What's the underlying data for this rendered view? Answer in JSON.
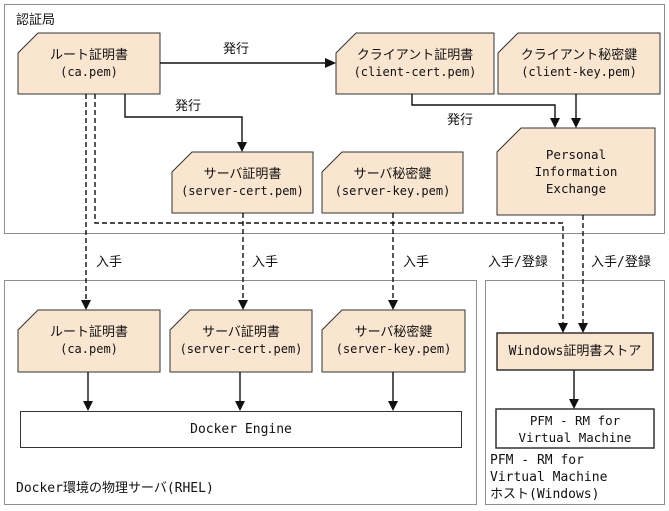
{
  "colors": {
    "node_fill": "#fae5d0",
    "node_border": "#333333",
    "container_border": "#8e8e8e",
    "arrow": "#111111",
    "text": "#111111",
    "white_fill": "#ffffff"
  },
  "containers": {
    "ca": {
      "label": "認証局"
    },
    "docker": {
      "label": "Docker環境の物理サーバ(RHEL)"
    },
    "windows": {
      "label_line1": "PFM - RM for",
      "label_line2": "Virtual Machine",
      "label_line3": "ホスト(Windows)"
    }
  },
  "nodes": {
    "root_cert_ca": {
      "title": "ルート証明書",
      "file": "(ca.pem)"
    },
    "client_cert": {
      "title": "クライアント証明書",
      "file": "(client-cert.pem)"
    },
    "client_key": {
      "title": "クライアント秘密鍵",
      "file": "(client-key.pem)"
    },
    "server_cert_ca": {
      "title": "サーバ証明書",
      "file": "(server-cert.pem)"
    },
    "server_key_ca": {
      "title": "サーバ秘密鍵",
      "file": "(server-key.pem)"
    },
    "pie": {
      "line1": "Personal",
      "line2": "Information",
      "line3": "Exchange"
    },
    "root_cert_docker": {
      "title": "ルート証明書",
      "file": "(ca.pem)"
    },
    "server_cert_docker": {
      "title": "サーバ証明書",
      "file": "(server-cert.pem)"
    },
    "server_key_docker": {
      "title": "サーバ秘密鍵",
      "file": "(server-key.pem)"
    },
    "docker_engine": {
      "label": "Docker Engine"
    },
    "windows_cert_store": {
      "label": "Windows証明書ストア"
    },
    "pfm_rm": {
      "line1": "PFM - RM for",
      "line2": "Virtual Machine"
    }
  },
  "edge_labels": {
    "issue": "発行",
    "obtain": "入手",
    "obtain_register": "入手/登録"
  }
}
